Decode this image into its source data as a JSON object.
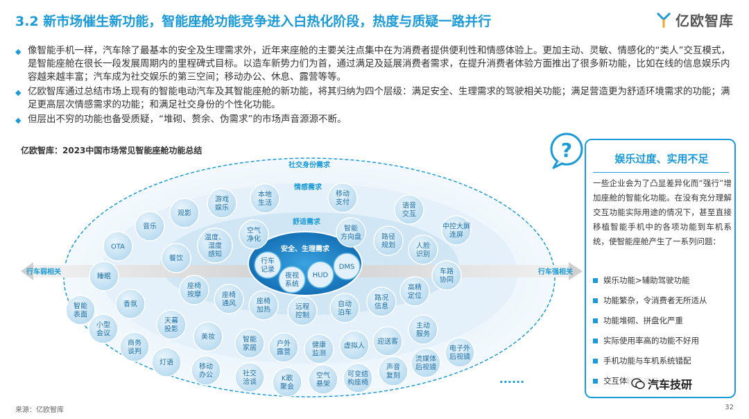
{
  "header": {
    "title": "3.2 新市场催生新功能，智能座舱功能竞争进入白热化阶段，热度与质疑一路并行",
    "logo_text": "亿欧智库"
  },
  "bullets": [
    "像智能手机一样，汽车除了最基本的安全及生理需求外，近年来座舱的主要关注点集中在为消费者提供便利性和情感体验上。更加主动、灵敏、情感化的“类人”交互模式，是智能座舱在很长一段发展周期内的里程碑式目标。以造车新势力们为首，通过满足及延展消费者需求，在提升消费者体验方面推出了很多新功能，比如在线的信息娱乐内容越来越丰富；汽车成为社交娱乐的第三空间；移动办公、休息、露营等等。",
    "亿欧智库通过总结市场上现有的智能电动汽车及其智能座舱的新功能，将其归纳为四个层级：满足安全、生理需求的驾驶相关功能；满足营造更为舒适环境需求的功能；满足更高层次情感需求的功能；和满足社交身份的个性化功能。",
    "但层出不穷的功能也备受质疑，“堆砌、赘余、伪需求”的市场声音源源不断。"
  ],
  "diagram": {
    "title": "亿欧智库：2023中国市场常见智能座舱功能总结",
    "layers": {
      "social": "社交身份需求",
      "emotion": "情感需求",
      "comfort": "舒适需求",
      "safety": "安全、生理需求"
    },
    "axis_left": "行车弱相关",
    "axis_right": "行车强相关",
    "ellipsis": "......",
    "safety_items": [
      "行车\n记录",
      "夜视\n系统",
      "HUD",
      "DMS"
    ],
    "bubbles": [
      "本地\n生活",
      "移动\n支付",
      "游戏\n娱乐",
      "观影",
      "语音\n交互",
      "音乐",
      "中控大屏\n连屏",
      "OTA",
      "空气\n净化",
      "智能\n方向盘",
      "路径\n规划",
      "温度、\n湿度\n感知",
      "人脸\n识别",
      "餐饮",
      "睡眠",
      "车路\n协同",
      "座椅\n按摩",
      "座椅\n通风",
      "座椅\n加热",
      "远程\n控制",
      "自动\n泊车",
      "路况\n信息",
      "高精\n定位",
      "香氛",
      "智能\n表面",
      "小型\n会议",
      "天幕\n投影",
      "美妆",
      "智能\n家居",
      "户外\n露营",
      "健康\n监测",
      "虚拟人",
      "迎送客",
      "主动\n服务",
      "商务\n谈判",
      "灯语",
      "移动\n办公",
      "社交\n洽谈",
      "K歌\n聚会",
      "空气\n悬架",
      "可变结\n构座椅",
      "声音\n复刻",
      "流媒体\n后视镜",
      "电子外\n后视镜"
    ]
  },
  "panel": {
    "title": "娱乐过度、实用不足",
    "text": "一些企业会为了凸显差异化而“强行”增加座舱的智能化功能。在没有充分理解交互功能实际用途的情况下，甚至直接移植智能手机中的各项功能到车机系统，使智能座舱产生了一系列问题：",
    "items": [
      "娱乐功能>辅助驾驶功能",
      "功能繁杂，令消费者无所适从",
      "功能堆砌、拼盘化严重",
      "实际使用率高的功能不好用",
      "手机功能与车机系统错配",
      "交互体验不成熟"
    ]
  },
  "footer": {
    "source": "来源：亿欧智库",
    "page": "32",
    "watermark": "汽车技研"
  },
  "colors": {
    "accent": "#1a9ad6",
    "bubble": "#cfe7f5",
    "core": "#1b87c9"
  }
}
